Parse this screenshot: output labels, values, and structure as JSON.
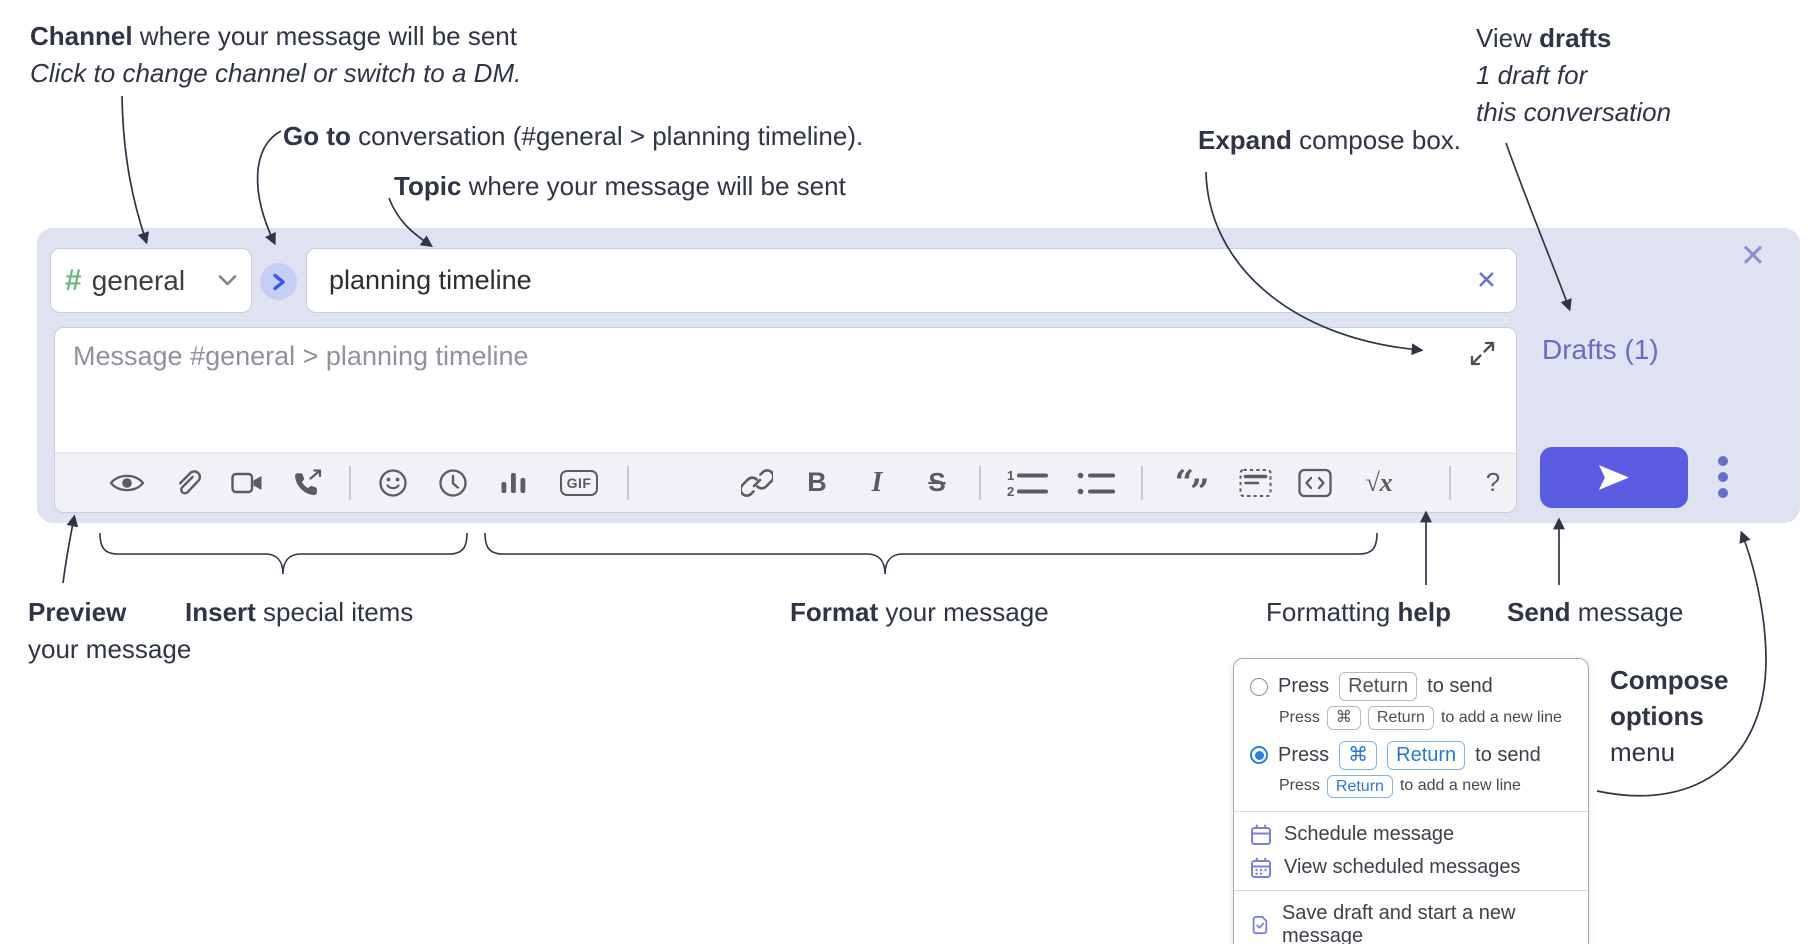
{
  "annotations": {
    "channel": {
      "b": "Channel",
      "r": " where your message will be sent",
      "sub": "Click to change channel or switch to a DM."
    },
    "goto": {
      "b": "Go to",
      "r": " conversation (#general > planning timeline)."
    },
    "topic": {
      "b": "Topic",
      "r": " where your message will be sent"
    },
    "expand": {
      "b": "Expand",
      "r": " compose box."
    },
    "drafts": {
      "r": "View ",
      "b": "drafts",
      "line2": "1 draft for",
      "line3": "this conversation"
    },
    "preview": {
      "b": "Preview",
      "line2": "your message"
    },
    "insert": {
      "b": "Insert",
      "r": " special items"
    },
    "format": {
      "b": "Format",
      "r": " your message"
    },
    "help": {
      "r": "Formatting ",
      "b": "help"
    },
    "send": {
      "b": "Send",
      "r": " message"
    },
    "compose_menu": {
      "b1": "Compose",
      "b2": "options",
      "r": "menu"
    }
  },
  "composer": {
    "channel": {
      "hash": "#",
      "name": "general"
    },
    "topic_value": "planning timeline",
    "message_placeholder": "Message #general > planning timeline",
    "drafts_link": "Drafts (1)",
    "close_glyph": "✕",
    "clear_glyph": "✕",
    "toolbar": {
      "gif": "GIF",
      "bold": "B",
      "italic": "I",
      "strike": "S",
      "quote_open": "“",
      "quote_close": "”",
      "math": "√x",
      "help": "?"
    },
    "icon_names": [
      "preview-eye",
      "attach-paperclip",
      "video-call",
      "voice-call",
      "emoji",
      "add-time",
      "poll",
      "gif",
      "link",
      "bold",
      "italic",
      "strikethrough",
      "numbered-list",
      "bulleted-list",
      "quote",
      "spoiler",
      "code-block",
      "math-tex",
      "message-formatting-help",
      "send-paper-plane",
      "compose-options-kebab"
    ]
  },
  "popup": {
    "opt1": {
      "pre": "Press",
      "key1": "Return",
      "post": "to send",
      "sub_pre": "Press",
      "sub_key1": "⌘",
      "sub_key2": "Return",
      "sub_post": "to add a new line"
    },
    "opt2": {
      "pre": "Press",
      "key1": "⌘",
      "key2": "Return",
      "post": "to send",
      "sub_pre": "Press",
      "sub_key1": "Return",
      "sub_post": "to add a new line"
    },
    "items": {
      "schedule": "Schedule message",
      "view_scheduled": "View scheduled messages",
      "save_draft": "Save draft and start a new message"
    }
  },
  "colors": {
    "container_bg": "#dfe2f1",
    "send_button": "#5b5ce2",
    "drafts_text": "#666cc4",
    "channel_hash_green": "#69b97e",
    "jump_circle": "#c7cef5",
    "jump_chevron": "#3a5be0",
    "radio_selected_blue": "#2a7de1",
    "keycap_blue": "#2878d2",
    "menu_icon_purple": "#7b7fd7",
    "annotation_text": "#2f3447",
    "toolbar_icon": "#585c63"
  }
}
